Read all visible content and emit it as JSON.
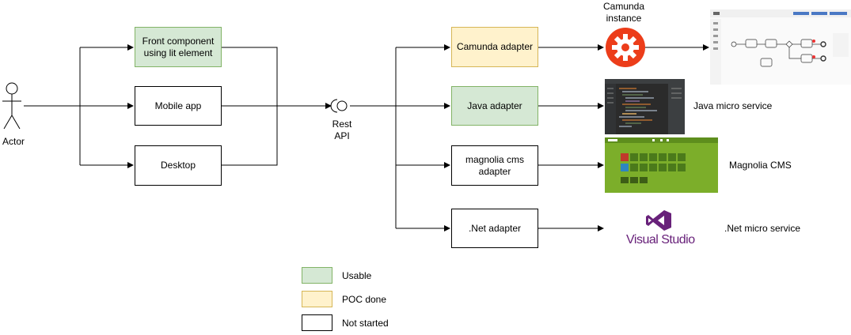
{
  "actor": {
    "label": "Actor"
  },
  "clients": [
    {
      "label": "Front component using lit element",
      "status": "usable"
    },
    {
      "label": "Mobile app",
      "status": "not_started"
    },
    {
      "label": "Desktop",
      "status": "not_started"
    }
  ],
  "api": {
    "label": "Rest API"
  },
  "adapters": [
    {
      "label": "Camunda adapter",
      "status": "poc"
    },
    {
      "label": "Java adapter",
      "status": "usable"
    },
    {
      "label": "magnolia cms adapter",
      "status": "not_started"
    },
    {
      "label": ".Net adapter",
      "status": "not_started"
    }
  ],
  "targets": {
    "camunda": {
      "label": "Camunda instance",
      "icon": "camunda-gear-icon"
    },
    "java": {
      "label": "Java micro service",
      "icon": "code-editor-screenshot"
    },
    "magnolia": {
      "label": "Magnolia CMS",
      "icon": "magnolia-screenshot"
    },
    "dotnet": {
      "label": ".Net micro service",
      "logo_text": "Visual Studio",
      "icon": "visual-studio-logo"
    }
  },
  "legend": [
    {
      "label": "Usable",
      "color": "#d5e8d4",
      "border": "#82b366"
    },
    {
      "label": "POC done",
      "color": "#fff2cc",
      "border": "#d6b656"
    },
    {
      "label": "Not started",
      "color": "#ffffff",
      "border": "#000000"
    }
  ],
  "colors": {
    "usable_fill": "#d5e8d4",
    "usable_border": "#82b366",
    "poc_fill": "#fff2cc",
    "poc_border": "#d6b656",
    "camunda_orange": "#ec3d1a",
    "magnolia_green": "#7cae2a",
    "vs_purple": "#68217a"
  }
}
